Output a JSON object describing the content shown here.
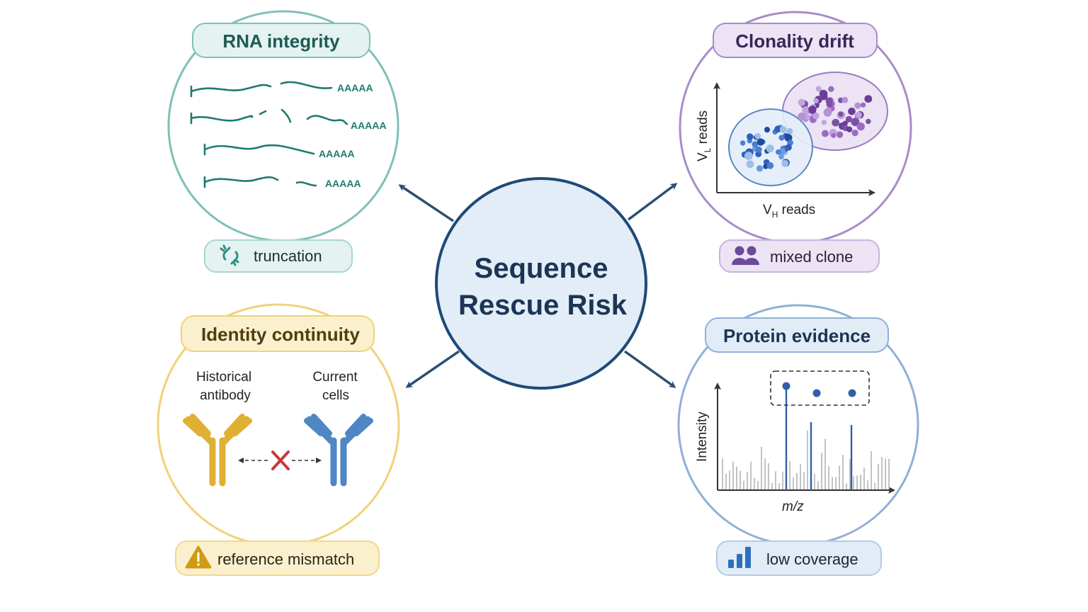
{
  "center": {
    "title_line1": "Sequence",
    "title_line2": "Rescue Risk"
  },
  "panels": {
    "rna": {
      "title": "RNA integrity",
      "tag": "truncation",
      "poly_a": [
        "AAAAA",
        "AAAAA",
        "AAAAA",
        "AAAAA"
      ],
      "color": "#2f8f86"
    },
    "clonality": {
      "title": "Clonality drift",
      "tag": "mixed clone",
      "y_axis_label": "V",
      "y_axis_sub": "L",
      "y_axis_suffix": " reads",
      "x_axis_label": "V",
      "x_axis_sub": "H",
      "x_axis_suffix": " reads",
      "color": "#7b5ba6"
    },
    "identity": {
      "title": "Identity continuity",
      "tag": "reference mismatch",
      "left_label_1": "Historical",
      "left_label_2": "antibody",
      "right_label_1": "Current",
      "right_label_2": "cells",
      "color": "#c9a22c"
    },
    "protein": {
      "title": "Protein evidence",
      "tag": "low coverage",
      "y_axis_label": "Intensity",
      "x_axis_label": "m/z",
      "color": "#2f5fa8"
    }
  },
  "colors": {
    "center_fill": "#e3edf7",
    "center_stroke": "#1f4a78",
    "arrow": "#2c4f74",
    "rna_stroke": "#7fc0b8",
    "rna_fill": "#e4f3f0",
    "clon_stroke": "#a98cc9",
    "clon_fill": "#ece3f5",
    "ident_stroke": "#f0d27a",
    "ident_fill": "#fbf0cd",
    "prot_stroke": "#8fb0d6",
    "prot_fill": "#e2ecf7"
  }
}
